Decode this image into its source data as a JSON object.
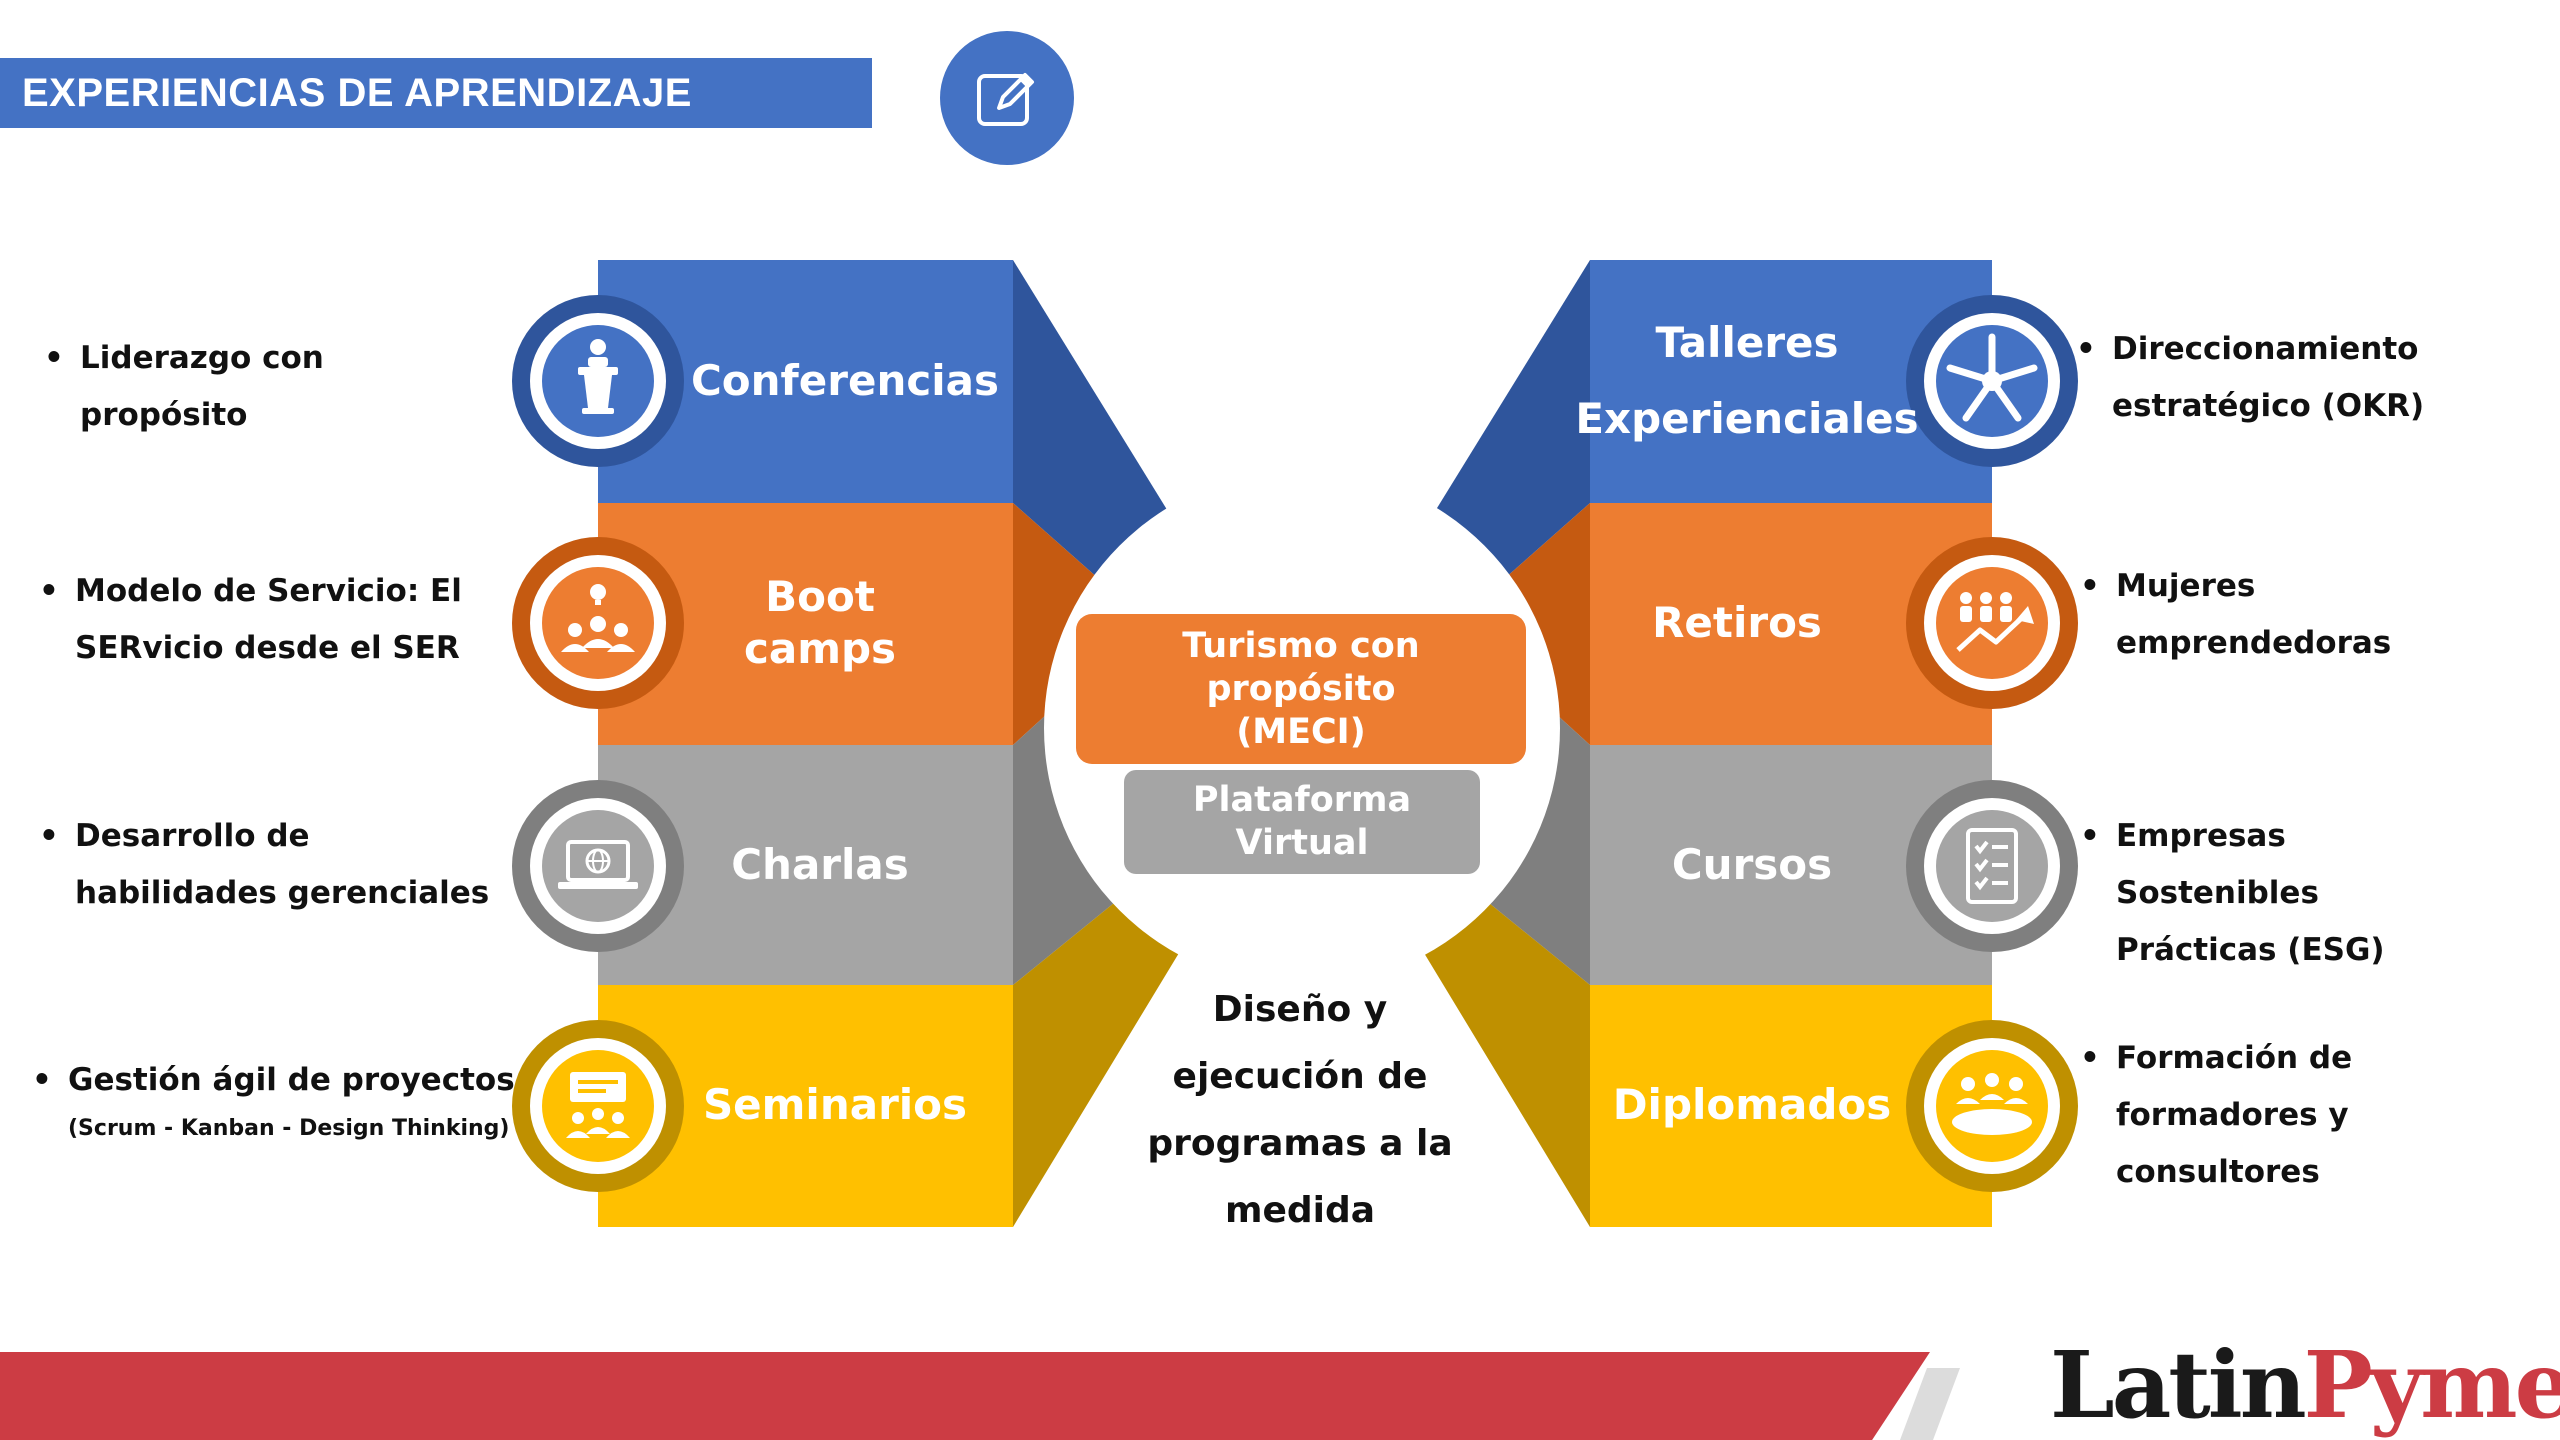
{
  "header": {
    "title": "EXPERIENCIAS DE APRENDIZAJE",
    "icon": "edit-icon"
  },
  "colors": {
    "blue": "#4472c4",
    "blue_dark": "#2f559c",
    "orange": "#ed7d31",
    "orange_dark": "#c55a11",
    "gray": "#a5a5a5",
    "gray_dark": "#7f7f7f",
    "yellow": "#ffc000",
    "yellow_dark": "#bf9000",
    "red": "#cc3c44"
  },
  "left_bands": [
    {
      "label": "Conferencias",
      "icon": "podium-icon"
    },
    {
      "label": "Boot camps",
      "icon": "team-idea-icon"
    },
    {
      "label": "Charlas",
      "icon": "laptop-globe-icon"
    },
    {
      "label": "Seminarios",
      "icon": "presentation-audience-icon"
    }
  ],
  "right_bands": [
    {
      "label": "Talleres Experienciales",
      "icon": "hands-together-icon"
    },
    {
      "label": "Retiros",
      "icon": "group-growth-icon"
    },
    {
      "label": "Cursos",
      "icon": "checklist-icon"
    },
    {
      "label": "Diplomados",
      "icon": "meeting-table-icon"
    }
  ],
  "center": {
    "primary": "Turismo con propósito (MECI)",
    "secondary": "Plataforma Virtual",
    "design_text": "Diseño y ejecución de programas a la medida"
  },
  "left_bullets": [
    {
      "text": "Liderazgo con propósito"
    },
    {
      "text": "Modelo de Servicio: El SERvicio desde el SER"
    },
    {
      "text": "Desarrollo de habilidades gerenciales"
    },
    {
      "text": "Gestión ágil de proyectos",
      "sub": "(Scrum - Kanban - Design Thinking)"
    }
  ],
  "right_bullets": [
    {
      "text": "Direccionamiento estratégico (OKR)"
    },
    {
      "text": "Mujeres emprendedoras"
    },
    {
      "text": "Empresas Sostenibles Prácticas (ESG)"
    },
    {
      "text": "Formación de formadores y consultores"
    }
  ],
  "logo": {
    "part1": "Latin",
    "part2": "Pyme"
  }
}
